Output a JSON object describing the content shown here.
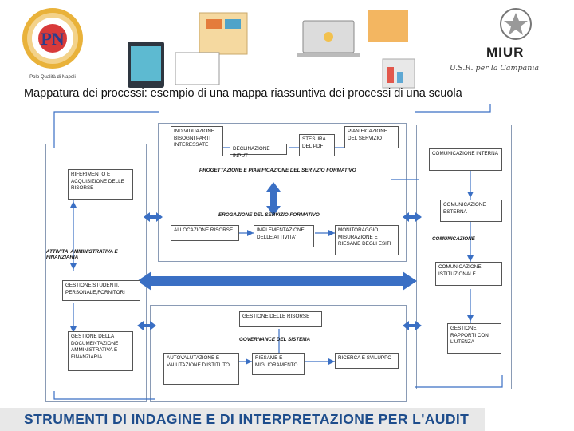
{
  "header": {
    "left_logo_caption": "Polo Qualità di Napoli",
    "miur_label": "MIUR",
    "miur_subtitle": "U.S.R. per la Campania",
    "caption": "Mappatura dei processi: esempio di una mappa riassuntiva dei processi di una scuola"
  },
  "diagram": {
    "left_boxes": {
      "riferimento": "RIFERIMENTO E ACQUISIZIONE DELLE RISORSE",
      "attivita_label": "ATTIVITA' AMMINISTRATIVA E FINANZIARIA",
      "gestione_studenti": "GESTIONE STUDENTI, PERSONALE,FORNITORI",
      "gestione_documentazione": "GESTIONE DELLA DOCUMENTAZIONE AMMINISTRATIVA E FINANZIARIA"
    },
    "top_center": {
      "individuazione": "INDIVIDUAZIONE BISOGNI PARTI INTERESSATE",
      "declinazione": "DECLINAZIONE INPUT",
      "stesura": "STESURA DEL PDF",
      "pianificazione": "PIANIFICAZIONE DEL SERVIZIO",
      "progettazione_label": "PROGETTAZIONE E PIANIFICAZIONE DEL SERVIZIO FORMATIVO",
      "erogazione_label": "EROGAZIONE DEL SERVIZIO FORMATIVO",
      "allocazione": "ALLOCAZIONE RISORSE",
      "implementazione": "IMPLEMENTAZIONE DELLE ATTIVITA'",
      "monitoraggio": "MONITORAGGIO, MISURAZIONE E RIESAME DEGLI ESITI"
    },
    "bottom_center": {
      "gestione_risorse": "GESTIONE DELLE RISORSE",
      "governance_label": "GOVERNANCE DEL SISTEMA",
      "autovalutazione": "AUTOVALUTAZIONE E VALUTAZIONE D'ISTITUTO",
      "riesame": "RIESAME E MIGLIORAMENTO",
      "ricerca": "RICERCA E SVILUPPO"
    },
    "right_boxes": {
      "comunicazione_interna": "COMUNICAZIONE INTERNA",
      "comunicazione_esterna": "COMUNICAZIONE ESTERNA",
      "comunicazione_label": "COMUNICAZIONE",
      "comunicazione_istituzionale": "COMUNICAZIONE ISTITUZIONALE",
      "gestione_rapporti": "GESTIONE RAPPORTI CON L'UTENZA"
    }
  },
  "footer": {
    "title": "STRUMENTI DI INDAGINE E DI INTERPRETAZIONE PER L'AUDIT"
  },
  "colors": {
    "arrow_blue": "#3a6fc4",
    "footer_text": "#1e4d8c",
    "panel_border": "#8a9bb5"
  }
}
